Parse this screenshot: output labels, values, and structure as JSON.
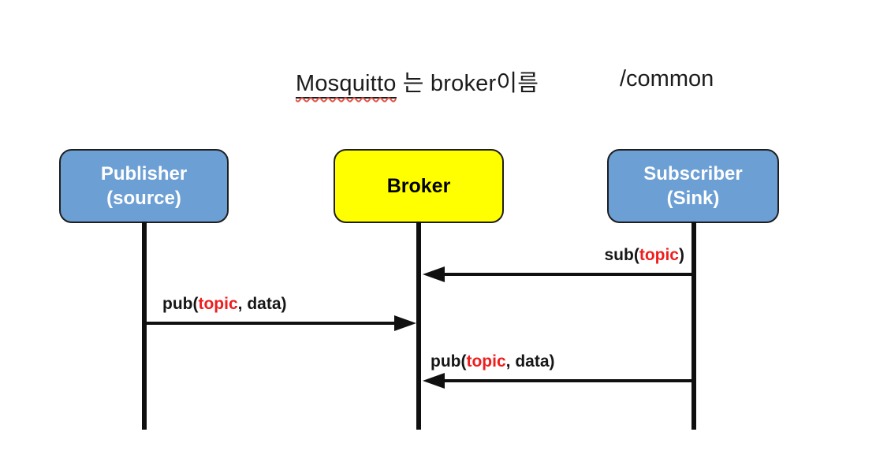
{
  "title": {
    "keyword": "Mosquitto",
    "suffix": " 는 broker이름",
    "note": "/common"
  },
  "actors": [
    {
      "id": "publisher",
      "line1": "Publisher",
      "line2": "(source)",
      "fill": "#6c9fd4",
      "text_color": "#ffffff"
    },
    {
      "id": "broker",
      "line1": "Broker",
      "line2": "",
      "fill": "#ffff00",
      "text_color": "#000000"
    },
    {
      "id": "subscriber",
      "line1": "Subscriber",
      "line2": "(Sink)",
      "fill": "#6c9fd4",
      "text_color": "#ffffff"
    }
  ],
  "messages": [
    {
      "prefix": "sub(",
      "topic": "topic",
      "suffix": ")",
      "from": "subscriber",
      "to": "broker",
      "direction": "left"
    },
    {
      "prefix": "pub(",
      "topic": "topic",
      "suffix": ", data)",
      "from": "publisher",
      "to": "broker",
      "direction": "right"
    },
    {
      "prefix": "pub(",
      "topic": "topic",
      "suffix": ", data)",
      "from": "subscriber",
      "to": "broker",
      "direction": "left"
    }
  ],
  "colors": {
    "actor_blue": "#6c9fd4",
    "broker_yellow": "#ffff00",
    "topic_red": "#ef1d1d",
    "line_black": "#101010",
    "spellcheck_wavy_red": "#e25549"
  }
}
